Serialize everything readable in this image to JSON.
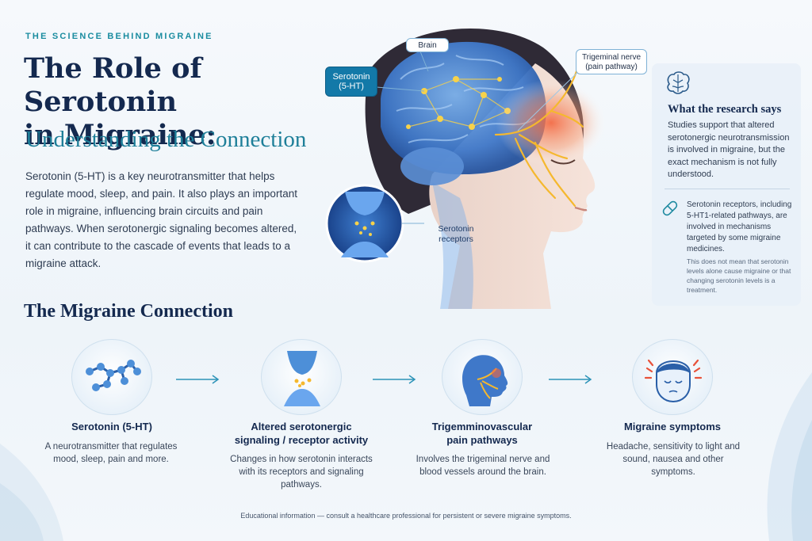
{
  "header": {
    "kicker": "THE SCIENCE BEHIND MIGRAINE",
    "title_line1": "The Role of Serotonin",
    "title_line2": "in Migraine:",
    "subtitle": "Understanding the Connection",
    "intro": "Serotonin (5-HT) is a key neurotransmitter that helps regulate mood, sleep, and pain. It also plays an important role in migraine, influencing brain circuits and pain pathways. When serotonergic signaling becomes altered, it can contribute to the cascade of events that leads to a migraine attack."
  },
  "illustration": {
    "brain_label": "Brain",
    "trigeminal_label_line1": "Trigeminal nerve",
    "trigeminal_label_line2": "(pain pathway)",
    "serotonin_label_line1": "Serotonin",
    "serotonin_label_line2": "(5-HT)",
    "receptors_label_line1": "Serotonin",
    "receptors_label_line2": "receptors"
  },
  "research_panel": {
    "title": "What the research says",
    "text": "Studies support that altered serotonergic neurotransmission is involved in migraine, but the exact mechanism is not fully understood.",
    "receptor_text": "Serotonin receptors, including 5-HT1-related pathways, are involved in mechanisms targeted by some migraine medicines.",
    "note": "This does not mean that serotonin levels alone cause migraine or that changing serotonin levels is a treatment."
  },
  "connection": {
    "title": "The Migraine Connection",
    "steps": [
      {
        "title_line1": "Serotonin (5-HT)",
        "title_line2": "",
        "text": "A neurotransmitter that regulates mood, sleep, pain and more."
      },
      {
        "title_line1": "Altered serotonergic",
        "title_line2": "signaling / receptor activity",
        "text": "Changes in how serotonin interacts with its receptors and signaling pathways."
      },
      {
        "title_line1": "Trigemminovascular",
        "title_line2": "pain pathways",
        "text": "Involves the trigeminal nerve and blood vessels around the brain."
      },
      {
        "title_line1": "Migraine symptoms",
        "title_line2": "",
        "text": "Headache, sensitivity to light and sound, nausea and other symptoms."
      }
    ]
  },
  "footer": "Educational information — consult a healthcare professional for persistent or severe migraine symptoms.",
  "colors": {
    "navy": "#14294f",
    "teal": "#1e7f99",
    "accent_blue": "#1379a8",
    "nerve_yellow": "#f5b82e",
    "pain_red": "#e8523a"
  }
}
